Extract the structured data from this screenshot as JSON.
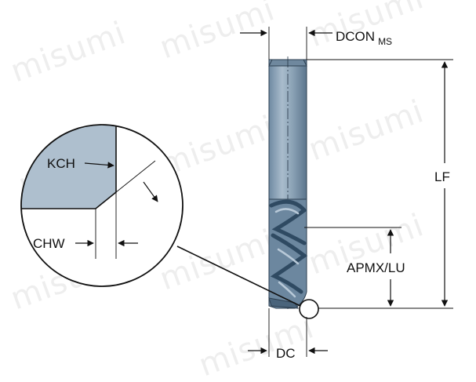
{
  "watermark": {
    "text": "misumi"
  },
  "labels": {
    "dcon_main": "DCON",
    "dcon_sub": "MS",
    "lf": "LF",
    "apmx_lu": "APMX/LU",
    "dc": "DC",
    "kch": "KCH",
    "chw": "CHW"
  },
  "colors": {
    "tool_body": "#8fa6b9",
    "tool_shadow": "#5f7a91",
    "tool_dark": "#3f5a72",
    "detail_fill": "#aebfce",
    "line": "#111111"
  }
}
